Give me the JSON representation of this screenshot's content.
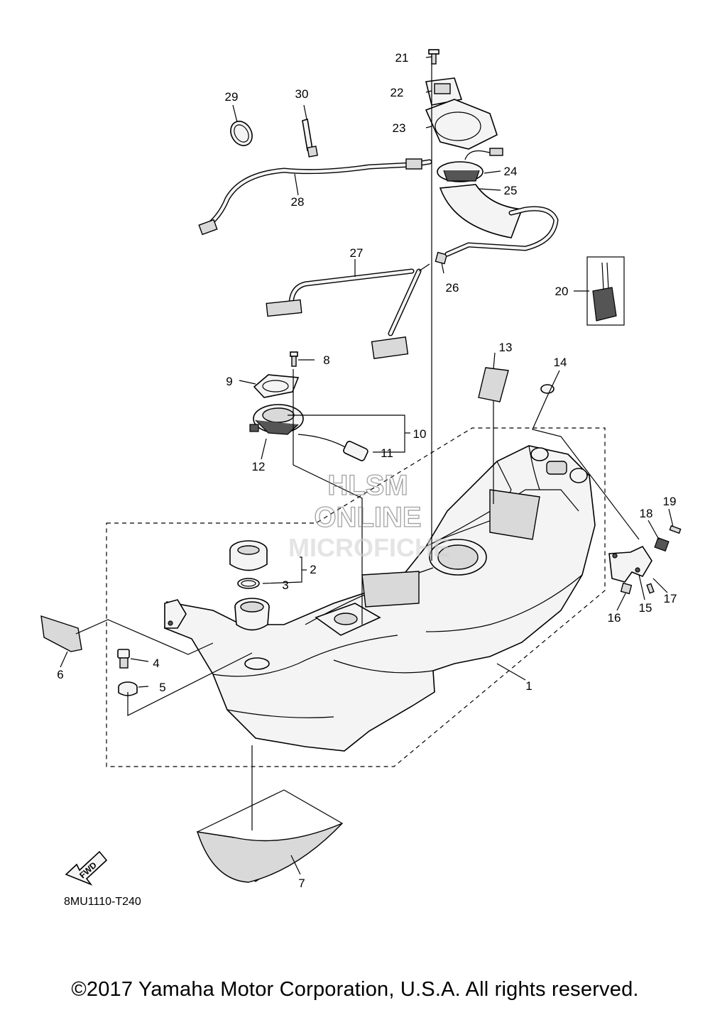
{
  "diagram": {
    "labels": [
      {
        "id": "1",
        "text": "1"
      },
      {
        "id": "2",
        "text": "2"
      },
      {
        "id": "3",
        "text": "3"
      },
      {
        "id": "4",
        "text": "4"
      },
      {
        "id": "5",
        "text": "5"
      },
      {
        "id": "6",
        "text": "6"
      },
      {
        "id": "7",
        "text": "7"
      },
      {
        "id": "8",
        "text": "8"
      },
      {
        "id": "9",
        "text": "9"
      },
      {
        "id": "10",
        "text": "10"
      },
      {
        "id": "11",
        "text": "11"
      },
      {
        "id": "12",
        "text": "12"
      },
      {
        "id": "13",
        "text": "13"
      },
      {
        "id": "14",
        "text": "14"
      },
      {
        "id": "15",
        "text": "15"
      },
      {
        "id": "16",
        "text": "16"
      },
      {
        "id": "17",
        "text": "17"
      },
      {
        "id": "18",
        "text": "18"
      },
      {
        "id": "19",
        "text": "19"
      },
      {
        "id": "20",
        "text": "20"
      },
      {
        "id": "21",
        "text": "21"
      },
      {
        "id": "22",
        "text": "22"
      },
      {
        "id": "23",
        "text": "23"
      },
      {
        "id": "24",
        "text": "24"
      },
      {
        "id": "25",
        "text": "25"
      },
      {
        "id": "26",
        "text": "26"
      },
      {
        "id": "27",
        "text": "27"
      },
      {
        "id": "28",
        "text": "28"
      },
      {
        "id": "29",
        "text": "29"
      },
      {
        "id": "30",
        "text": "30"
      }
    ],
    "fwd_badge": "FWD",
    "drawing_code": "8MU1110-T240",
    "watermark": {
      "line1": "HLSM",
      "line2": "ONLINE",
      "line3": "MICROFICHE"
    }
  },
  "footer": {
    "copyright": "©2017 Yamaha Motor Corporation, U.S.A. All rights reserved."
  }
}
